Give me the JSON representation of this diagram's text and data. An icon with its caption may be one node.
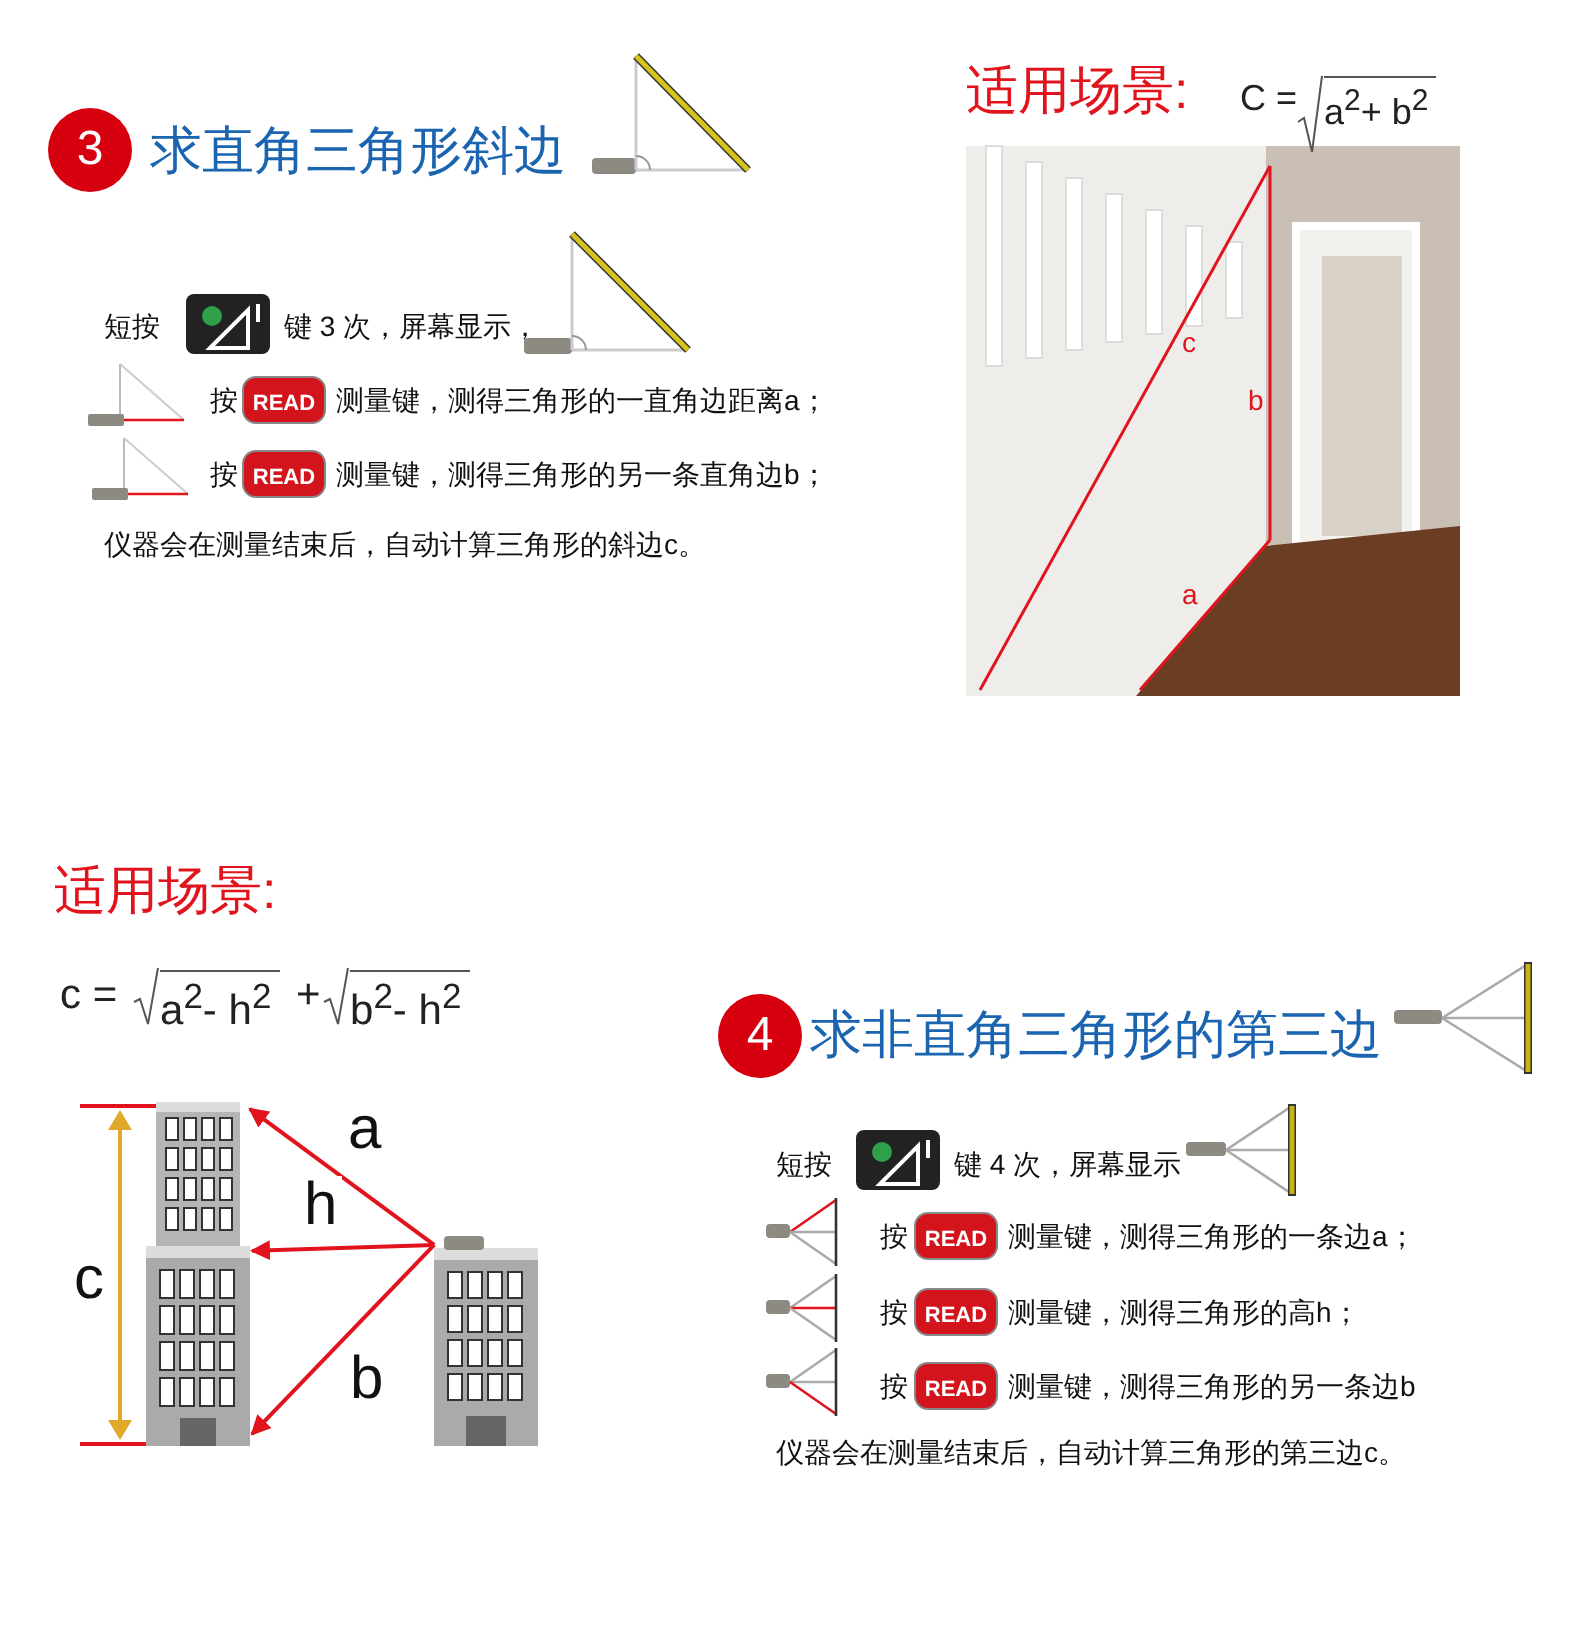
{
  "diagram": {
    "nodes": [
      {
        "text": [],
        "shape": "picture"
      },
      {
        "text": [],
        "shape": "picture"
      }
    ],
    "edges": [
      {
        "from": 1,
        "to": 0,
        "arrow": "to",
        "label": "a"
      },
      {
        "from": 1,
        "to": 0,
        "arrow": "to",
        "label": "h"
      },
      {
        "from": 1,
        "to": 0,
        "arrow": "to",
        "label": "b"
      }
    ],
    "labels": [
      "3",
      "求直角三角形斜边",
      "短按",
      "键 3 次，屏幕显示，",
      "按",
      "READ",
      "测量键，测得三角形的一直角边距离a；",
      "按",
      "READ",
      "测量键，测得三角形的另一条直角边b；",
      "仪器会在测量结束后，自动计算三角形的斜边c。",
      "适用场景:",
      "C =",
      "a$^{2}$+ b$^{2}$",
      "c",
      "b",
      "a",
      "适用场景:",
      "c =",
      "a$^{2}$- h$^{2}$",
      "+",
      "b$^{2}$- h$^{2}$",
      "c",
      "4",
      "求非直角三角形的第三边",
      "短按",
      "键 4 次，屏幕显示",
      "按",
      "READ",
      "测量键，测得三角形的一条边a；",
      "按",
      "READ",
      "测量键，测得三角形的高h；",
      "按",
      "READ",
      "测量键，测得三角形的另一条边b",
      "仪器会在测量结束后，自动计算三角形的第三边c。"
    ]
  }
}
